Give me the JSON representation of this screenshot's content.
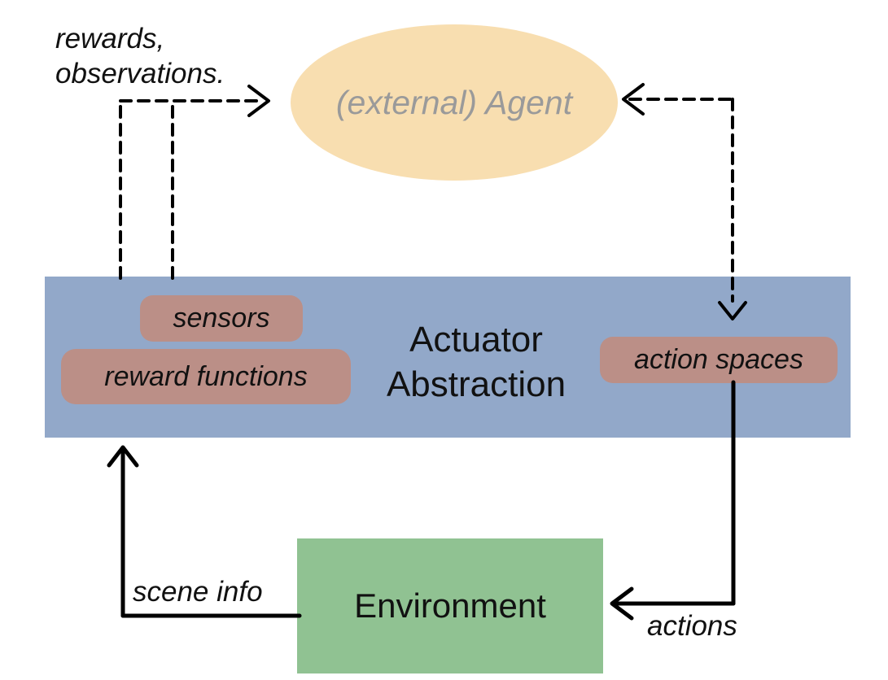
{
  "agent": {
    "label": "(external) Agent"
  },
  "band": {
    "title_line1": "Actuator",
    "title_line2": "Abstraction"
  },
  "badges": {
    "sensors": "sensors",
    "reward_functions": "reward functions",
    "action_spaces": "action spaces"
  },
  "environment": {
    "label": "Environment"
  },
  "labels": {
    "rewards_line1": "rewards,",
    "rewards_line2": "observations.",
    "scene_info": "scene info",
    "actions": "actions"
  },
  "colors": {
    "agent_fill": "#f8deb0",
    "agent_text": "#9a9a9a",
    "band_fill": "#92a8c9",
    "badge_fill": "#bb8f87",
    "environment_fill": "#90c292",
    "arrow": "#000000",
    "text": "#111111"
  },
  "arrows": [
    {
      "name": "rewards-observations-to-agent",
      "style": "dashed",
      "from": "reward functions / sensors",
      "to": "(external) Agent"
    },
    {
      "name": "agent-action-spaces",
      "style": "dashed",
      "from": "(external) Agent",
      "to": "action spaces",
      "bidirectional": true
    },
    {
      "name": "scene-info",
      "style": "solid",
      "from": "Environment",
      "to": "Actuator Abstraction"
    },
    {
      "name": "actions",
      "style": "solid",
      "from": "action spaces",
      "to": "Environment"
    }
  ]
}
